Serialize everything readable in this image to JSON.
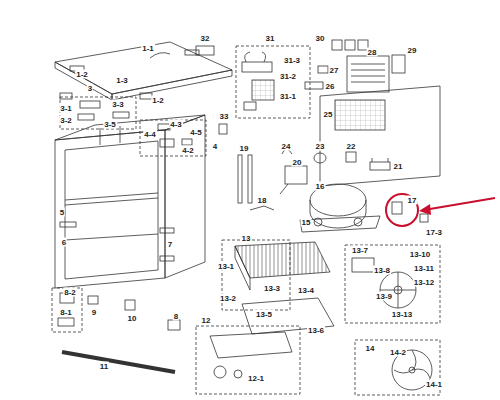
{
  "diagram": {
    "labels": [
      "1-1",
      "1-2",
      "1-3",
      "1-2",
      "32",
      "31",
      "31-3",
      "31-2",
      "31-1",
      "30",
      "29",
      "28",
      "27",
      "26",
      "25",
      "3",
      "3-1",
      "3-3",
      "3-2",
      "3-5",
      "4-3",
      "4-4",
      "4-5",
      "4-2",
      "4",
      "33",
      "19",
      "20",
      "24",
      "23",
      "22",
      "21",
      "16",
      "17",
      "17-3",
      "18",
      "15",
      "5",
      "6",
      "7",
      "13",
      "13-1",
      "13-2",
      "13-3",
      "13-4",
      "13-5",
      "13-6",
      "13-7",
      "13-8",
      "13-9",
      "13-10",
      "13-11",
      "13-12",
      "13-13",
      "8-2",
      "8-1",
      "9",
      "10",
      "8",
      "12",
      "12-1",
      "11",
      "14",
      "14-2",
      "14-1"
    ]
  }
}
